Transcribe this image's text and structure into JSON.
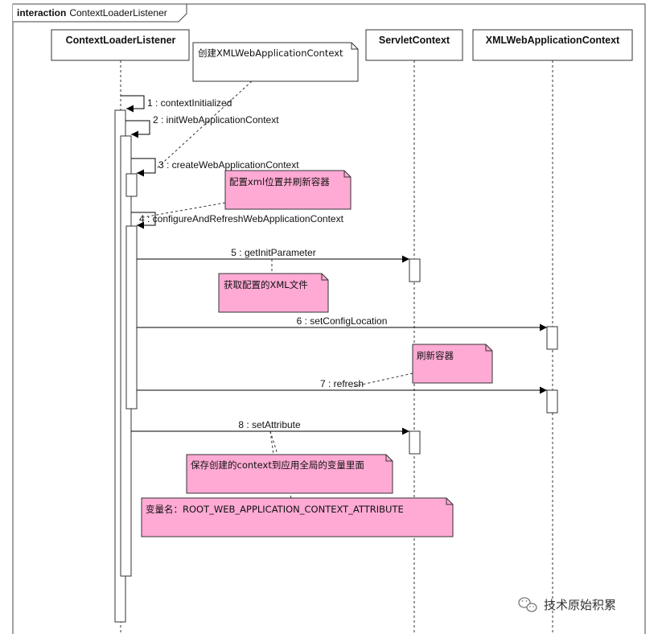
{
  "frame": {
    "keyword": "interaction",
    "name": "ContextLoaderListener"
  },
  "lifelines": [
    {
      "id": "cll",
      "label": "ContextLoaderListener"
    },
    {
      "id": "sc",
      "label": "ServletContext"
    },
    {
      "id": "xml",
      "label": "XMLWebApplicationContext"
    }
  ],
  "messages": [
    {
      "label": "1 : contextInitialized"
    },
    {
      "label": "2 : initWebApplicationContext"
    },
    {
      "label": "3 : createWebApplicationContext"
    },
    {
      "label": "4 : configureAndRefreshWebApplicationContext"
    },
    {
      "label": "5 : getInitParameter"
    },
    {
      "label": "6 : setConfigLocation"
    },
    {
      "label": "7 : refresh"
    },
    {
      "label": "8 : setAttribute"
    }
  ],
  "notes": [
    {
      "text": "创建XMLWebApplicationContext",
      "color": "#ffffff"
    },
    {
      "text": "配置xml位置并刷新容器",
      "color": "#ffaad4"
    },
    {
      "text": "获取配置的XML文件",
      "color": "#ffaad4"
    },
    {
      "text": "刷新容器",
      "color": "#ffaad4"
    },
    {
      "text": "保存创建的context到应用全局的变量里面",
      "color": "#ffaad4"
    },
    {
      "text": "变量名：ROOT_WEB_APPLICATION_CONTEXT_ATTRIBUTE",
      "color": "#ffaad4"
    }
  ],
  "watermark": {
    "text": "技术原始积累",
    "icon": "wechat-icon"
  }
}
